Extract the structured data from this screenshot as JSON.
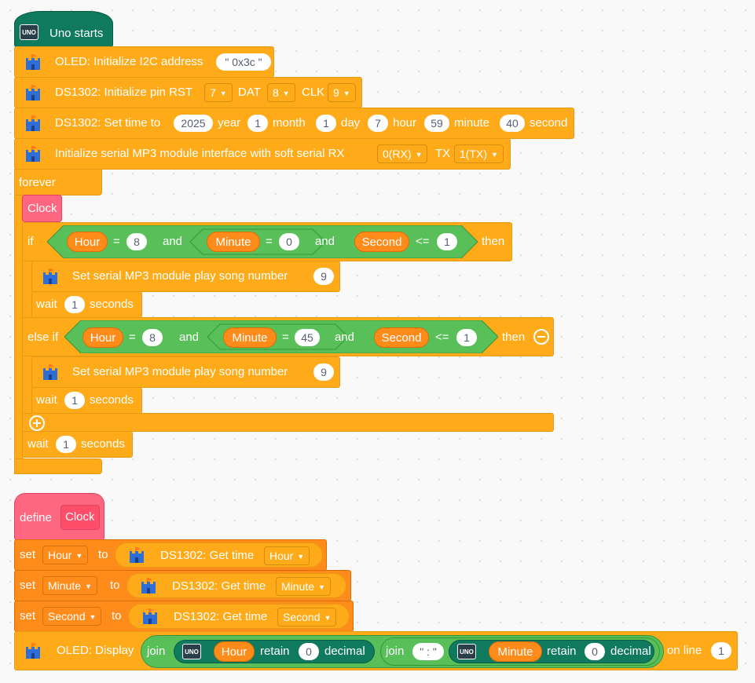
{
  "hat": {
    "label": "Uno starts",
    "uno_text": "UNO"
  },
  "oled_init": {
    "label": "OLED: Initialize I2C address",
    "address": "\" 0x3c \""
  },
  "ds_init": {
    "label": "DS1302: Initialize pin RST",
    "rst": "7",
    "dat_label": "DAT",
    "dat": "8",
    "clk_label": "CLK",
    "clk": "9"
  },
  "ds_set": {
    "label": "DS1302: Set time to",
    "year": "2025",
    "year_label": "year",
    "month": "1",
    "month_label": "month",
    "day": "1",
    "day_label": "day",
    "hour": "7",
    "hour_label": "hour",
    "minute": "59",
    "minute_label": "minute",
    "second": "40",
    "second_label": "second"
  },
  "mp3_init": {
    "label": "Initialize serial MP3 module interface with soft serial RX",
    "rx": "0(RX)",
    "tx_label": "TX",
    "tx": "1(TX)"
  },
  "forever": {
    "label": "forever"
  },
  "clock_call": {
    "label": "Clock"
  },
  "if_block": {
    "if_label": "if",
    "then_label": "then",
    "hour_var": "Hour",
    "eq1": "=",
    "hour_val": "8",
    "and1": "and",
    "minute_var": "Minute",
    "eq2": "=",
    "minute_val": "0",
    "and2": "and",
    "second_var": "Second",
    "le": "<=",
    "second_val": "1",
    "play_label": "Set serial MP3 module play song number",
    "song": "9",
    "wait_label": "wait",
    "wait_val": "1",
    "seconds_label": "seconds"
  },
  "elseif_block": {
    "label": "else if",
    "then_label": "then",
    "hour_var": "Hour",
    "eq1": "=",
    "hour_val": "8",
    "and1": "and",
    "minute_var": "Minute",
    "eq2": "=",
    "minute_val": "45",
    "and2": "and",
    "second_var": "Second",
    "le": "<=",
    "second_val": "1",
    "play_label": "Set serial MP3 module play song number",
    "song": "9",
    "wait_label": "wait",
    "wait_val": "1",
    "seconds_label": "seconds"
  },
  "wait_outer": {
    "label": "wait",
    "val": "1",
    "seconds_label": "seconds"
  },
  "define": {
    "define_label": "define",
    "name": "Clock"
  },
  "set_rows": [
    {
      "set_label": "set",
      "var": "Hour",
      "to_label": "to",
      "get_label": "DS1302: Get time",
      "field": "Hour"
    },
    {
      "set_label": "set",
      "var": "Minute",
      "to_label": "to",
      "get_label": "DS1302: Get time",
      "field": "Minute"
    },
    {
      "set_label": "set",
      "var": "Second",
      "to_label": "to",
      "get_label": "DS1302: Get time",
      "field": "Second"
    }
  ],
  "oled_display": {
    "label": "OLED: Display",
    "join1": "join",
    "var1": "Hour",
    "retain1": "retain",
    "dec1": "0",
    "decimal1": "decimal",
    "join2": "join",
    "sep": "\" : \"",
    "var2": "Minute",
    "retain2": "retain",
    "dec2": "0",
    "decimal2": "decimal",
    "line_label": "on line",
    "line": "1"
  },
  "colors": {
    "control": "#ffab19",
    "variable": "#ff8c1a",
    "custom": "#ff6680",
    "operator": "#59c059",
    "uno": "#0f7a5e"
  }
}
